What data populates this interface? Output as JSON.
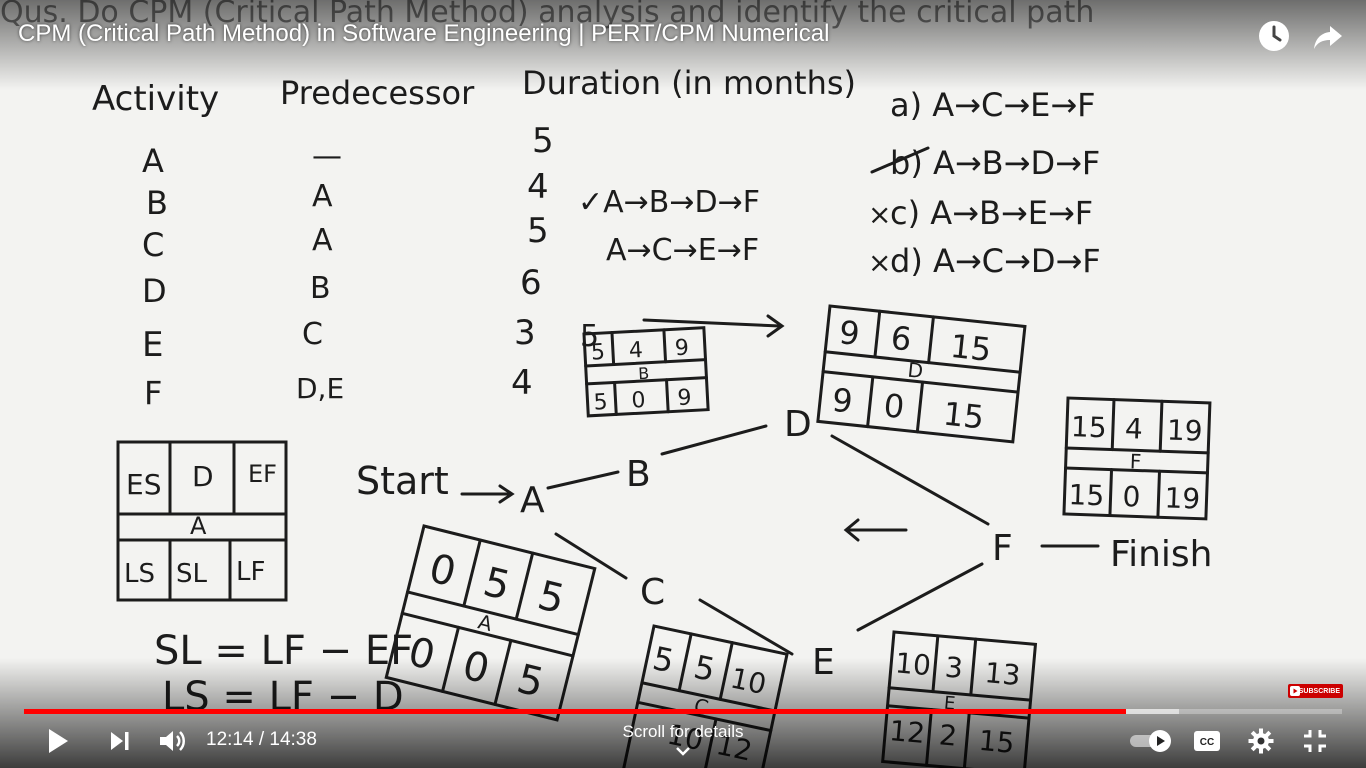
{
  "video": {
    "title": "CPM (Critical Path Method) in Software Engineering | PERT/CPM Numerical",
    "current_time": "12:14",
    "duration": "14:38",
    "time_display": "12:14 / 14:38",
    "progress_fraction": 0.8363,
    "buffered_fraction": 0.876,
    "scroll_hint": "Scroll for details",
    "subscribe_label": "SUBSCRIBE",
    "accent_color": "#ff0000"
  },
  "icons": {
    "watch_later": "clock-icon",
    "share": "share-arrow-icon",
    "play": "play-icon",
    "next": "skip-next-icon",
    "volume": "volume-icon",
    "autoplay": "autoplay-toggle-icon",
    "captions": "closed-captions-icon",
    "settings": "gear-icon",
    "exit_fullscreen": "exit-fullscreen-icon"
  },
  "whiteboard": {
    "top_partial": "Qus. Do CPM (Critical Path Method) analysis and identify the critical path",
    "headers": {
      "activity": "Activity",
      "predecessor": "Predecessor",
      "duration": "Duration (in months)"
    },
    "rows": [
      {
        "activity": "A",
        "predecessor": "—",
        "duration": "5"
      },
      {
        "activity": "B",
        "predecessor": "A",
        "duration": "4"
      },
      {
        "activity": "C",
        "predecessor": "A",
        "duration": "5"
      },
      {
        "activity": "D",
        "predecessor": "B",
        "duration": "6"
      },
      {
        "activity": "E",
        "predecessor": "C",
        "duration": "3"
      },
      {
        "activity": "F",
        "predecessor": "D,E",
        "duration": "4"
      }
    ],
    "paths": [
      "✓A→B→D→F",
      "A→C→E→F"
    ],
    "options": [
      "a)  A→C→E→F",
      "b)  A→B→D→F",
      "c)  A→B→E→F",
      "d)  A→C→D→F"
    ],
    "option_marks": [
      "",
      "",
      "×",
      "×"
    ],
    "legend": {
      "es": "ES",
      "d": "D",
      "ef": "EF",
      "name": "A",
      "ls": "LS",
      "sl": "SL",
      "lf": "LF"
    },
    "formulas": [
      "SL = LF − EF",
      "LS = LF − D"
    ],
    "network": {
      "start": "Start",
      "finish": "Finish",
      "nodes": [
        "A",
        "B",
        "C",
        "D",
        "E",
        "F"
      ],
      "edge_label": "5"
    },
    "boxes": [
      {
        "name": "B",
        "top": [
          "5",
          "4",
          "9"
        ],
        "bottom": [
          "5",
          "0",
          "9"
        ]
      },
      {
        "name": "D",
        "top": [
          "9",
          "6",
          "15"
        ],
        "bottom": [
          "9",
          "0",
          "15"
        ]
      },
      {
        "name": "F",
        "top": [
          "15",
          "4",
          "19"
        ],
        "bottom": [
          "15",
          "0",
          "19"
        ]
      },
      {
        "name": "A",
        "top": [
          "0",
          "5",
          "5"
        ],
        "bottom": [
          "0",
          "0",
          "5"
        ]
      },
      {
        "name": "C",
        "top": [
          "5",
          "5",
          "10"
        ],
        "bottom": [
          "",
          "10",
          "12"
        ]
      },
      {
        "name": "E",
        "top": [
          "10",
          "3",
          "13"
        ],
        "bottom": [
          "12",
          "2",
          "15"
        ]
      }
    ]
  }
}
